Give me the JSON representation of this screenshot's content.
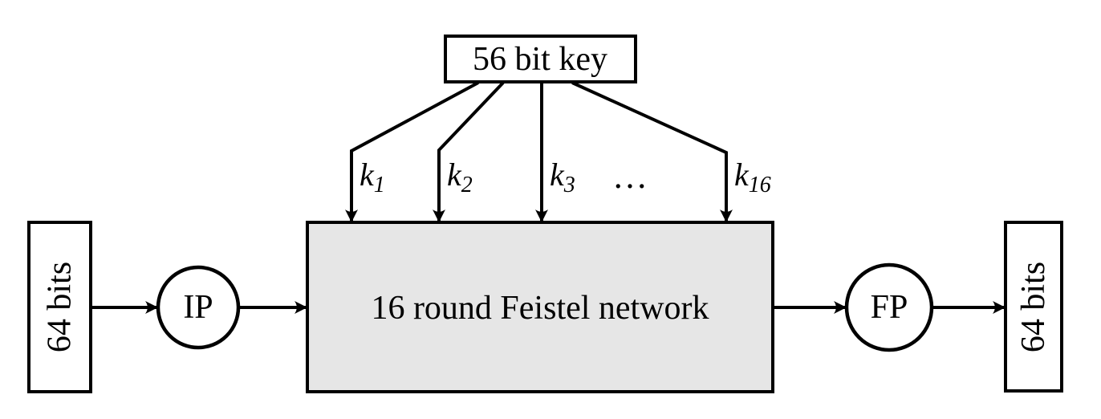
{
  "colors": {
    "line": "#000000",
    "node_fill": "#ffffff",
    "feistel_fill": "#e6e6e6",
    "background": "#ffffff"
  },
  "nodes": {
    "key_box": "56 bit key",
    "input_box": "64 bits",
    "ip": "IP",
    "feistel": "16 round Feistel network",
    "fp": "FP",
    "output_box": "64 bits"
  },
  "subkeys": {
    "k1": {
      "base": "k",
      "sub": "1"
    },
    "k2": {
      "base": "k",
      "sub": "2"
    },
    "k3": {
      "base": "k",
      "sub": "3"
    },
    "k16": {
      "base": "k",
      "sub": "16"
    },
    "ellipsis": "…"
  }
}
